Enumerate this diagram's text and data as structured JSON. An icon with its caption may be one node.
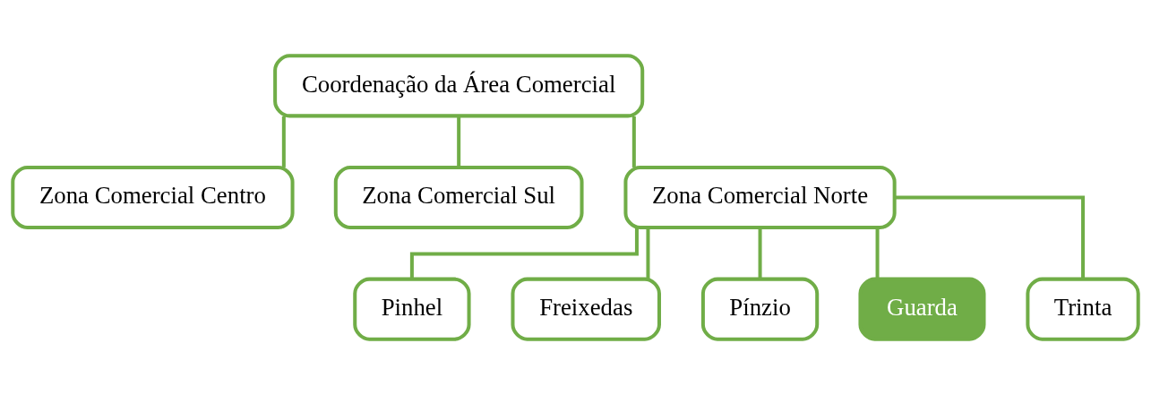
{
  "diagram": {
    "nodes": [
      {
        "text": [
          "Coordenação da Área Comercial"
        ]
      },
      {
        "text": [
          "Zona Comercial Centro"
        ]
      },
      {
        "text": [
          "Zona Comercial Sul"
        ]
      },
      {
        "text": [
          "Zona Comercial Norte"
        ]
      },
      {
        "text": [
          "Pinhel"
        ]
      },
      {
        "text": [
          "Freixedas"
        ]
      },
      {
        "text": [
          "Pínzio"
        ]
      },
      {
        "text": [
          "Guarda"
        ]
      },
      {
        "text": [
          "Trinta"
        ]
      }
    ],
    "edges": [
      {
        "from": 0,
        "to": 1,
        "arrow": "none"
      },
      {
        "from": 0,
        "to": 2,
        "arrow": "none"
      },
      {
        "from": 0,
        "to": 3,
        "arrow": "none"
      },
      {
        "from": 3,
        "to": 4,
        "arrow": "none"
      },
      {
        "from": 3,
        "to": 5,
        "arrow": "none"
      },
      {
        "from": 3,
        "to": 6,
        "arrow": "none"
      },
      {
        "from": 3,
        "to": 7,
        "arrow": "none"
      },
      {
        "from": 3,
        "to": 8,
        "arrow": "none"
      }
    ]
  }
}
